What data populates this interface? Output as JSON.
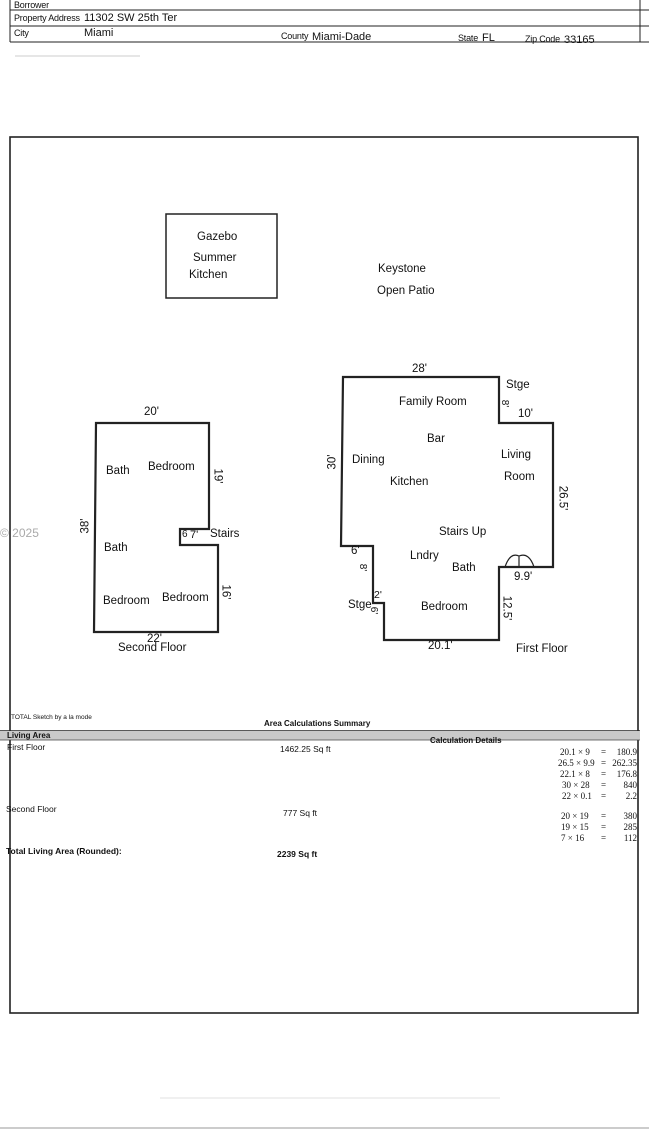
{
  "header": {
    "borrower_label": "Borrower",
    "address_label": "Property Address",
    "address": "11302 SW 25th Ter",
    "city_label": "City",
    "city": "Miami",
    "county_label": "County",
    "county": "Miami-Dade",
    "state_label": "State",
    "state": "FL",
    "zip_label": "Zip Code",
    "zip": "33165"
  },
  "watermark": "© 2025",
  "sketch": {
    "gazebo": "Gazebo",
    "summer": "Summer",
    "kitchen_outdoor": "Kitchen",
    "keystone": "Keystone",
    "open_patio": "Open Patio",
    "second_floor": {
      "label": "Second Floor",
      "rooms": [
        "Bath",
        "Bedroom",
        "Bath",
        "Bedroom",
        "Bedroom",
        "Stairs"
      ],
      "dims": [
        "20'",
        "19'",
        "38'",
        "6",
        "7'",
        "16'",
        "22'"
      ]
    },
    "first_floor": {
      "label": "First Floor",
      "rooms": [
        "Family Room",
        "Bar",
        "Dining",
        "Living",
        "Room",
        "Kitchen",
        "Stairs Up",
        "Lndry",
        "Bath",
        "Bedroom",
        "Stge",
        "Stge"
      ],
      "dims": [
        "28'",
        "8'",
        "10'",
        "30'",
        "26.5'",
        "6'",
        "8'",
        "2'",
        "6'",
        "9.9'",
        "12.5'",
        "20.1'"
      ]
    }
  },
  "summary": {
    "software": "TOTAL Sketch by a la mode",
    "title": "Area Calculations Summary",
    "col_living": "Living Area",
    "col_details": "Calculation Details",
    "rows": [
      {
        "label": "First Floor",
        "area": "1462.25 Sq ft"
      },
      {
        "label": "Second Floor",
        "area": "777 Sq ft"
      }
    ],
    "total_label": "Total Living Area (Rounded):",
    "total_value": "2239 Sq ft",
    "calc_first": [
      [
        "20.1 × 9",
        "=",
        "180.9"
      ],
      [
        "26.5 × 9.9",
        "=",
        "262.35"
      ],
      [
        "22.1 × 8",
        "=",
        "176.8"
      ],
      [
        "30 × 28",
        "=",
        "840"
      ],
      [
        "22 × 0.1",
        "=",
        "2.2"
      ]
    ],
    "calc_second": [
      [
        "20 × 19",
        "=",
        "380"
      ],
      [
        "19 × 15",
        "=",
        "285"
      ],
      [
        "7 × 16",
        "=",
        "112"
      ]
    ]
  }
}
